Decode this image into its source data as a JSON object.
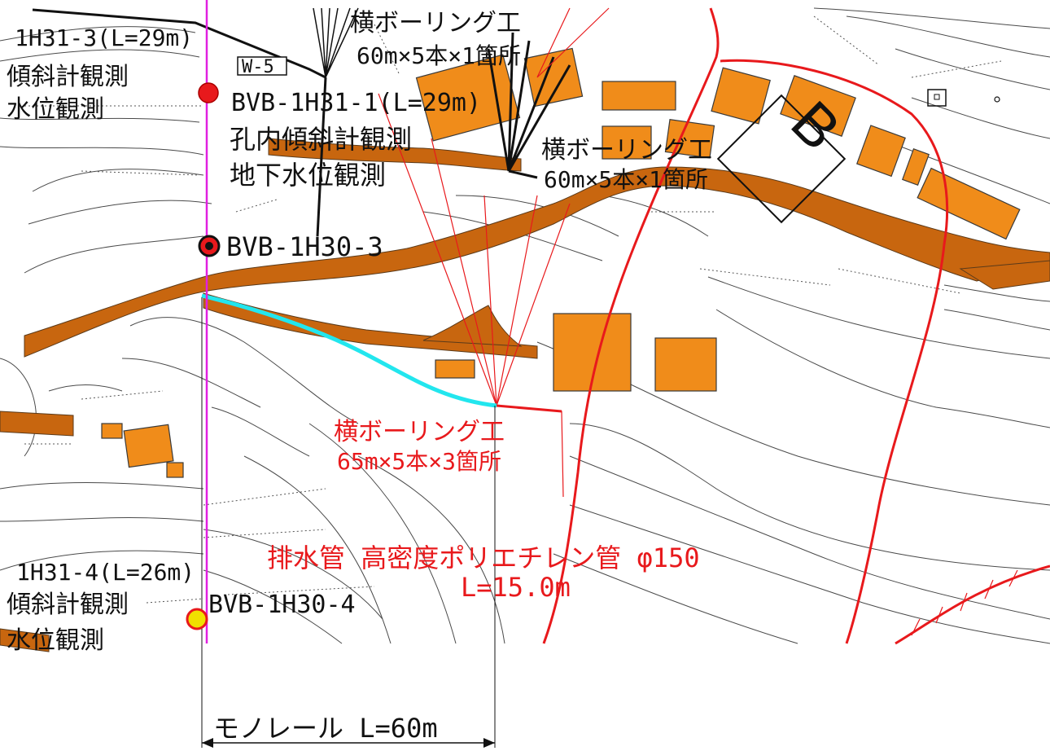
{
  "labels": {
    "boring_top": "横ボーリング工",
    "boring_top_spec": "60m×5本×1箇所",
    "w5": "W-5",
    "bh_1h31_3": "1H31-3(L=29m)",
    "incl_obs_1": "傾斜計観測",
    "water_obs_1": "水位観測",
    "bvb_1h31_1": "BVB-1H31-1(L=29m)",
    "hole_incl_obs": "孔内傾斜計観測",
    "ground_water_obs": "地下水位観測",
    "boring_mid": "横ボーリング工",
    "boring_mid_spec": "60m×5本×1箇所",
    "block_b": "B",
    "bvb_1h30_3": "BVB-1H30-3",
    "boring_low": "横ボーリング工",
    "boring_low_spec": "65m×5本×3箇所",
    "drain_pipe": "排水管 高密度ポリエチレン管 φ150",
    "drain_len": "L=15.0m",
    "bh_1h31_4": "1H31-4(L=26m)",
    "incl_obs_2": "傾斜計観測",
    "water_obs_2": "水位観測",
    "bvb_1h30_4": "BVB-1H30-4",
    "monorail": "モノレール L=60m"
  },
  "colors": {
    "road": "#c8660f",
    "building": "#f08c1a",
    "landslide_boundary": "#e8191c",
    "monorail_route": "#e020e0",
    "drain_pipe": "#22e6ee",
    "marker_red": "#e8191c",
    "marker_yellow": "#f0e000"
  }
}
